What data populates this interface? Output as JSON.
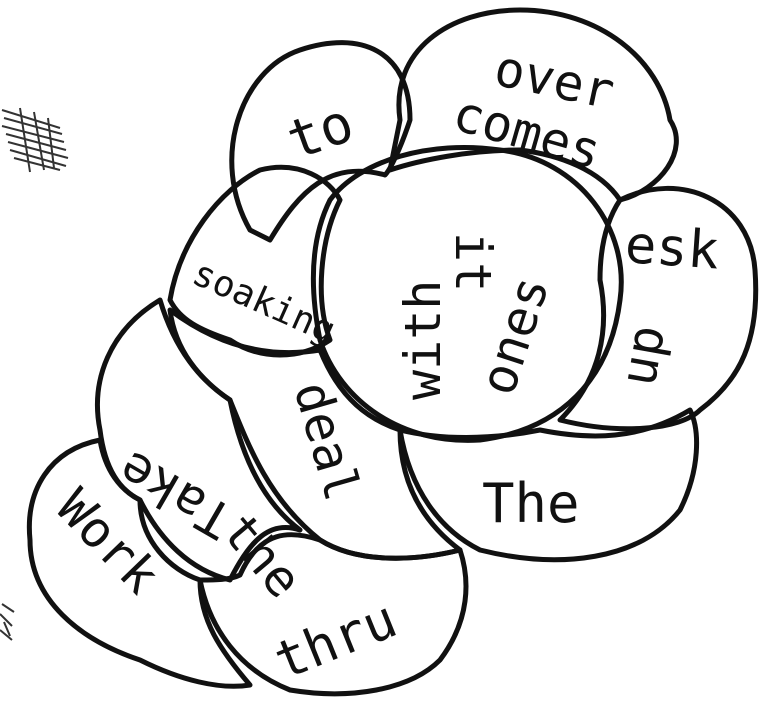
{
  "words": {
    "over": "over",
    "comes": "comes",
    "to": "to",
    "esk": "esk",
    "with": "with",
    "it": "it",
    "ones": "ones",
    "up": "up",
    "soaking": "soaking",
    "deal": "deal",
    "take": "Take",
    "the_lower": "the",
    "the_right": "The",
    "work": "Work",
    "thru": "thru"
  },
  "colors": {
    "ink": "#111111",
    "paper": "#ffffff"
  }
}
